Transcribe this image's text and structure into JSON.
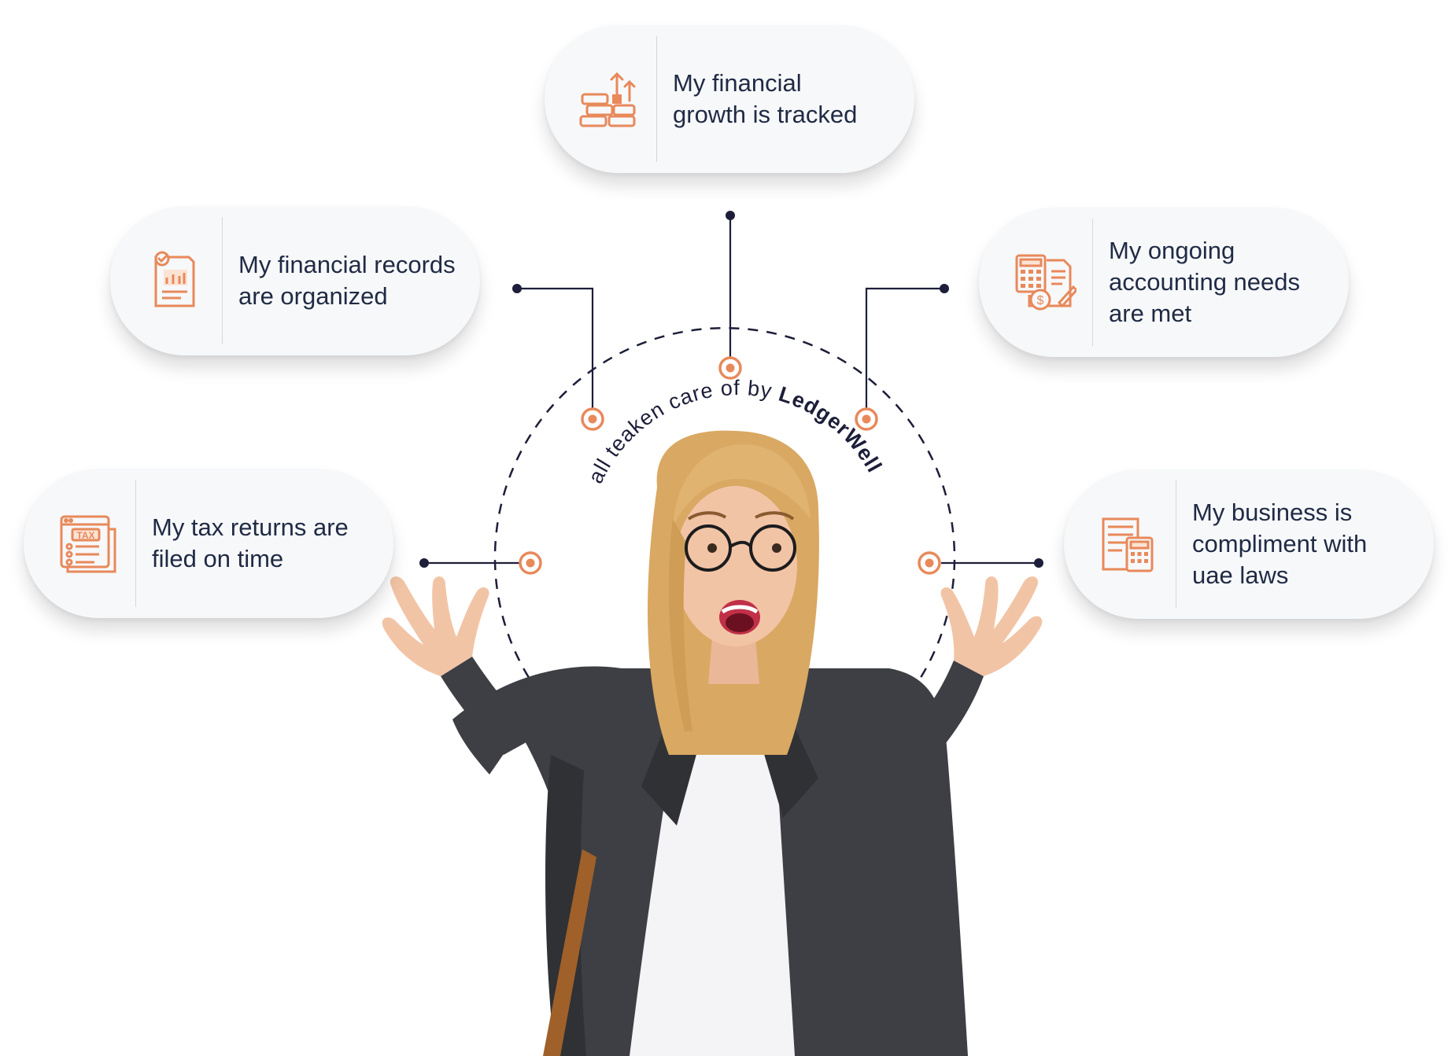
{
  "colors": {
    "accent": "#e8895a",
    "navy": "#1c1e3a",
    "text": "#1f2a44",
    "card_bg": "#f7f8fa"
  },
  "tagline": {
    "prefix": "all teaken care of by ",
    "brand": "LedgerWell"
  },
  "cards": {
    "growth": {
      "icon": "coin-stack-growth-icon",
      "text": "My financial\ngrowth is tracked"
    },
    "records": {
      "icon": "report-document-icon",
      "text": "My financial records\nare organized"
    },
    "ongoing": {
      "icon": "calculator-invoice-icon",
      "text": "My ongoing\naccounting needs\nare met"
    },
    "tax": {
      "icon": "tax-form-icon",
      "text": "My tax returns are\nfiled on time"
    },
    "business": {
      "icon": "receipt-calculator-icon",
      "text": "My business is\ncompliment with\nuae laws"
    }
  },
  "photo": {
    "subject": "surprised-woman-photo"
  }
}
